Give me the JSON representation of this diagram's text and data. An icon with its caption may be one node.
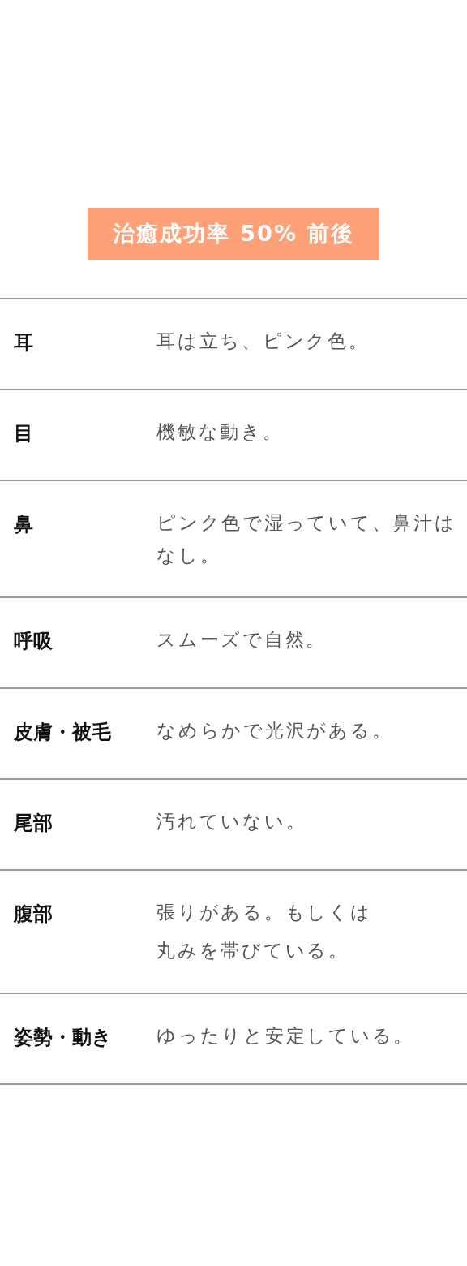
{
  "diagram": {
    "nodes": [
      {
        "text": [
          "治癒成功率 50% 前後"
        ]
      }
    ],
    "labels": [
      "耳",
      "耳は立ち、ピンク色。",
      "目",
      "機敏な動き。",
      "鼻",
      "ピンク色で湿っていて、鼻汁はなし。",
      "呼吸",
      "スムーズで自然。",
      "皮膚・被毛",
      "なめらかで光沢がある。",
      "尾部",
      "汚れていない。",
      "腹部",
      "張りがある。もしくは丸みを帯びている。",
      "姿勢・動き",
      "ゆったりと安定している。"
    ]
  }
}
